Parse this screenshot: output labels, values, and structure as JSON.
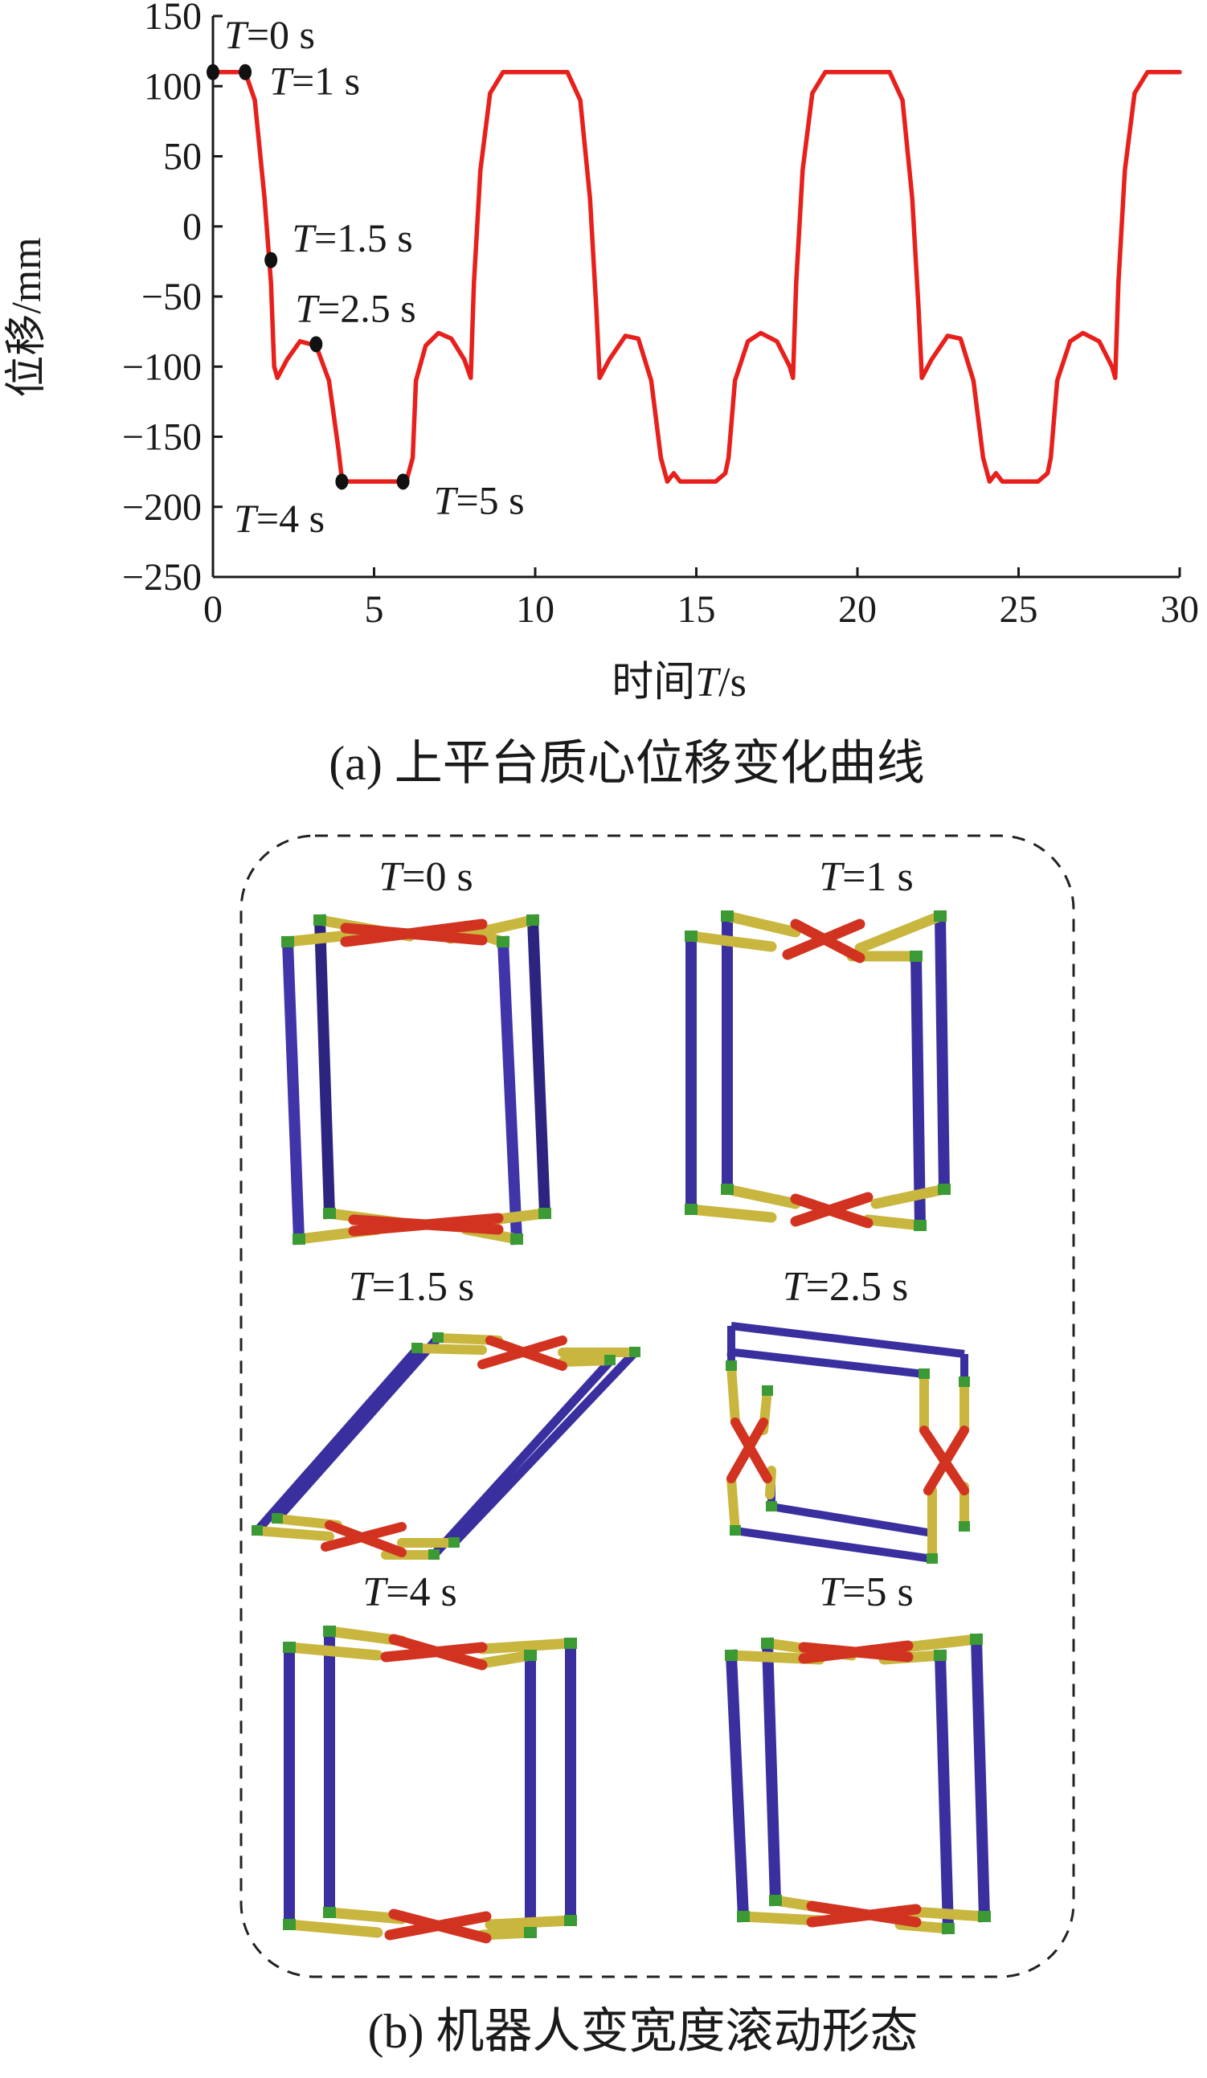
{
  "chart_data": {
    "type": "line",
    "xlabel_prefix": "时间",
    "xlabel_var": "T",
    "xlabel_unit": "/s",
    "ylabel": "位移/mm",
    "xlim": [
      0,
      30
    ],
    "ylim": [
      -250,
      150
    ],
    "xticks": [
      "0",
      "5",
      "10",
      "15",
      "20",
      "25",
      "30"
    ],
    "yticks": [
      "150",
      "100",
      "50",
      "0",
      "−50",
      "−100",
      "−150",
      "−200",
      "−250"
    ],
    "series": [
      {
        "color": "#e8201c",
        "points": [
          [
            0,
            110
          ],
          [
            1,
            110
          ],
          [
            1.3,
            90
          ],
          [
            1.6,
            20
          ],
          [
            1.8,
            -40
          ],
          [
            1.9,
            -100
          ],
          [
            2.0,
            -108
          ],
          [
            2.3,
            -95
          ],
          [
            2.7,
            -82
          ],
          [
            3.2,
            -85
          ],
          [
            3.6,
            -110
          ],
          [
            3.9,
            -160
          ],
          [
            4.0,
            -180
          ],
          [
            4.2,
            -182
          ],
          [
            6.0,
            -182
          ],
          [
            6.2,
            -165
          ],
          [
            6.3,
            -110
          ],
          [
            6.6,
            -85
          ],
          [
            7.0,
            -76
          ],
          [
            7.4,
            -80
          ],
          [
            7.8,
            -95
          ],
          [
            8.0,
            -108
          ],
          [
            8.1,
            -40
          ],
          [
            8.3,
            40
          ],
          [
            8.6,
            95
          ],
          [
            9.0,
            110
          ],
          [
            11.0,
            110
          ],
          [
            11.4,
            90
          ],
          [
            11.7,
            20
          ],
          [
            11.9,
            -60
          ],
          [
            12.0,
            -108
          ],
          [
            12.3,
            -95
          ],
          [
            12.8,
            -78
          ],
          [
            13.2,
            -80
          ],
          [
            13.6,
            -110
          ],
          [
            13.9,
            -165
          ],
          [
            14.1,
            -182
          ],
          [
            14.3,
            -176
          ],
          [
            14.5,
            -182
          ],
          [
            15.6,
            -182
          ],
          [
            15.9,
            -176
          ],
          [
            16.0,
            -165
          ],
          [
            16.2,
            -110
          ],
          [
            16.6,
            -82
          ],
          [
            17.0,
            -76
          ],
          [
            17.5,
            -82
          ],
          [
            17.9,
            -100
          ],
          [
            18.0,
            -108
          ],
          [
            18.1,
            -40
          ],
          [
            18.3,
            40
          ],
          [
            18.6,
            95
          ],
          [
            19.0,
            110
          ],
          [
            21.0,
            110
          ],
          [
            21.4,
            90
          ],
          [
            21.7,
            20
          ],
          [
            21.9,
            -60
          ],
          [
            22.0,
            -108
          ],
          [
            22.3,
            -95
          ],
          [
            22.8,
            -78
          ],
          [
            23.2,
            -80
          ],
          [
            23.6,
            -110
          ],
          [
            23.9,
            -165
          ],
          [
            24.1,
            -182
          ],
          [
            24.3,
            -176
          ],
          [
            24.5,
            -182
          ],
          [
            25.6,
            -182
          ],
          [
            25.9,
            -176
          ],
          [
            26.0,
            -165
          ],
          [
            26.2,
            -110
          ],
          [
            26.6,
            -82
          ],
          [
            27.0,
            -76
          ],
          [
            27.5,
            -82
          ],
          [
            27.9,
            -100
          ],
          [
            28.0,
            -108
          ],
          [
            28.1,
            -40
          ],
          [
            28.3,
            40
          ],
          [
            28.6,
            95
          ],
          [
            29.0,
            110
          ],
          [
            30,
            110
          ]
        ]
      }
    ],
    "markers": [
      {
        "x": 0,
        "y": 110,
        "label": "=0 s",
        "lx": 0.35,
        "ly": 127
      },
      {
        "x": 1,
        "y": 110,
        "label": "=1 s",
        "lx": 1.75,
        "ly": 94
      },
      {
        "x": 1.8,
        "y": -24,
        "label": "=1.5 s",
        "lx": 2.45,
        "ly": -18
      },
      {
        "x": 3.2,
        "y": -84,
        "label": "=2.5 s",
        "lx": 2.55,
        "ly": -68
      },
      {
        "x": 4.0,
        "y": -182,
        "label": "=4 s",
        "lx": 0.65,
        "ly": -218
      },
      {
        "x": 5.9,
        "y": -182,
        "label": "=5 s",
        "lx": 6.85,
        "ly": -205
      }
    ],
    "marker_var": "T"
  },
  "captions": {
    "a": "(a)  上平台质心位移变化曲线",
    "b": "(b)  机器人变宽度滚动形态"
  },
  "panels": [
    {
      "var": "T",
      "label": "=0 s"
    },
    {
      "var": "T",
      "label": "=1 s"
    },
    {
      "var": "T",
      "label": "=1.5 s"
    },
    {
      "var": "T",
      "label": "=2.5 s"
    },
    {
      "var": "T",
      "label": "=4 s"
    },
    {
      "var": "T",
      "label": "=5 s"
    }
  ],
  "colors": {
    "curve": "#e8201c",
    "blue_bar": "#3a2f9a",
    "yellow_bar": "#d9c74a",
    "red_bar": "#d9301c",
    "green_joint": "#3c9a35"
  }
}
